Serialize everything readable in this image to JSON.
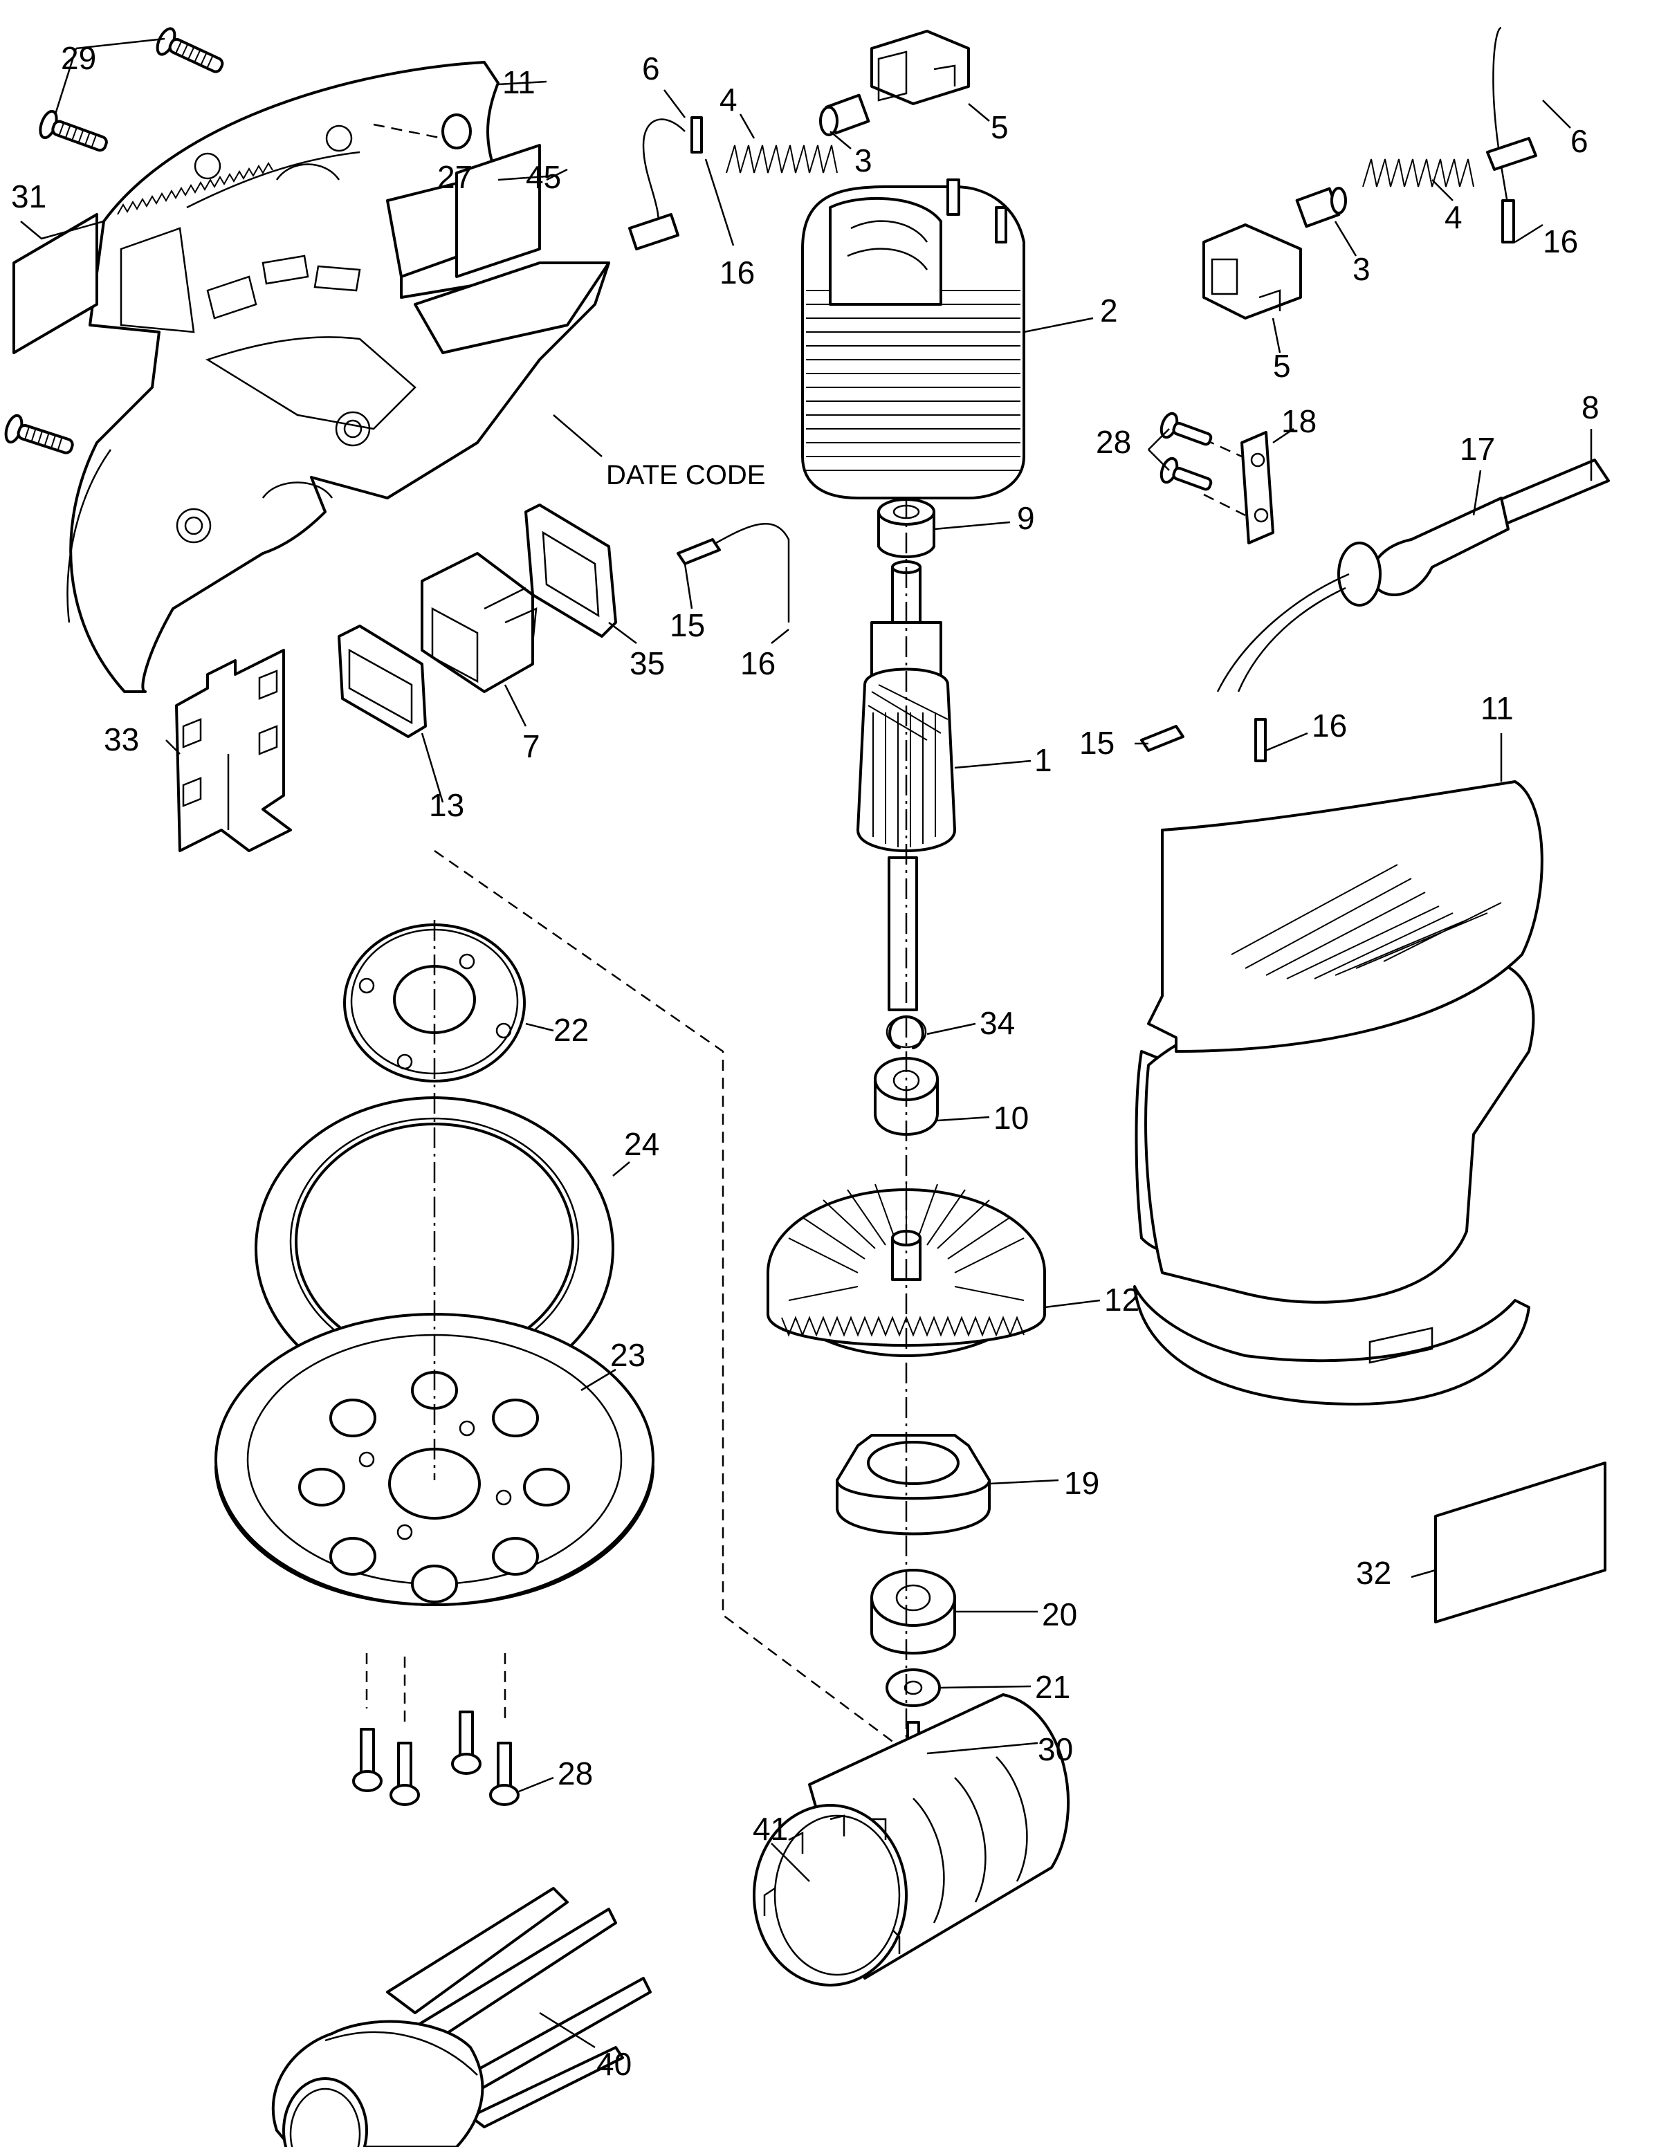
{
  "diagram": {
    "type": "exploded-parts-diagram",
    "subject": "random orbit sander",
    "labels": [
      {
        "id": "29",
        "text": "29",
        "part": "housing screw (upper)"
      },
      {
        "id": "11a",
        "text": "11",
        "part": "housing half (left)"
      },
      {
        "id": "31",
        "text": "31",
        "part": "nameplate label"
      },
      {
        "id": "27",
        "text": "27",
        "part": "pin"
      },
      {
        "id": "45",
        "text": "45",
        "part": "label"
      },
      {
        "id": "6a",
        "text": "6",
        "part": "brush lead"
      },
      {
        "id": "4a",
        "text": "4",
        "part": "brush spring"
      },
      {
        "id": "3a",
        "text": "3",
        "part": "carbon brush"
      },
      {
        "id": "5a",
        "text": "5",
        "part": "brush holder"
      },
      {
        "id": "16a",
        "text": "16",
        "part": "terminal"
      },
      {
        "id": "date-code",
        "text": "DATE CODE",
        "part": "date code location note"
      },
      {
        "id": "2",
        "text": "2",
        "part": "field / stator"
      },
      {
        "id": "6b",
        "text": "6",
        "part": "brush lead"
      },
      {
        "id": "4b",
        "text": "4",
        "part": "brush spring"
      },
      {
        "id": "3b",
        "text": "3",
        "part": "carbon brush"
      },
      {
        "id": "16b",
        "text": "16",
        "part": "terminal"
      },
      {
        "id": "5b",
        "text": "5",
        "part": "brush holder"
      },
      {
        "id": "28a",
        "text": "28",
        "part": "clamp screws"
      },
      {
        "id": "18",
        "text": "18",
        "part": "cord clamp"
      },
      {
        "id": "8",
        "text": "8",
        "part": "power cord"
      },
      {
        "id": "17",
        "text": "17",
        "part": "cord protector"
      },
      {
        "id": "9",
        "text": "9",
        "part": "baffle"
      },
      {
        "id": "35",
        "text": "35",
        "part": "switch seal"
      },
      {
        "id": "15a",
        "text": "15",
        "part": "connector"
      },
      {
        "id": "16c",
        "text": "16",
        "part": "terminal"
      },
      {
        "id": "7",
        "text": "7",
        "part": "switch"
      },
      {
        "id": "13",
        "text": "13",
        "part": "switch boot"
      },
      {
        "id": "33",
        "text": "33",
        "part": "insulator"
      },
      {
        "id": "1",
        "text": "1",
        "part": "armature"
      },
      {
        "id": "15b",
        "text": "15",
        "part": "connector"
      },
      {
        "id": "16d",
        "text": "16",
        "part": "terminal"
      },
      {
        "id": "11b",
        "text": "11",
        "part": "housing assembly"
      },
      {
        "id": "22",
        "text": "22",
        "part": "pad brake plate"
      },
      {
        "id": "24",
        "text": "24",
        "part": "shroud / skirt"
      },
      {
        "id": "34",
        "text": "34",
        "part": "retaining ring"
      },
      {
        "id": "10",
        "text": "10",
        "part": "bearing"
      },
      {
        "id": "12",
        "text": "12",
        "part": "fan"
      },
      {
        "id": "23",
        "text": "23",
        "part": "backing pad"
      },
      {
        "id": "19",
        "text": "19",
        "part": "bearing housing"
      },
      {
        "id": "32",
        "text": "32",
        "part": "data label"
      },
      {
        "id": "20",
        "text": "20",
        "part": "bearing"
      },
      {
        "id": "21",
        "text": "21",
        "part": "washer"
      },
      {
        "id": "30",
        "text": "30",
        "part": "screw"
      },
      {
        "id": "28b",
        "text": "28",
        "part": "pad screws"
      },
      {
        "id": "41",
        "text": "41",
        "part": "dust bag adapter"
      },
      {
        "id": "40",
        "text": "40",
        "part": "dust bag / canister"
      }
    ]
  }
}
